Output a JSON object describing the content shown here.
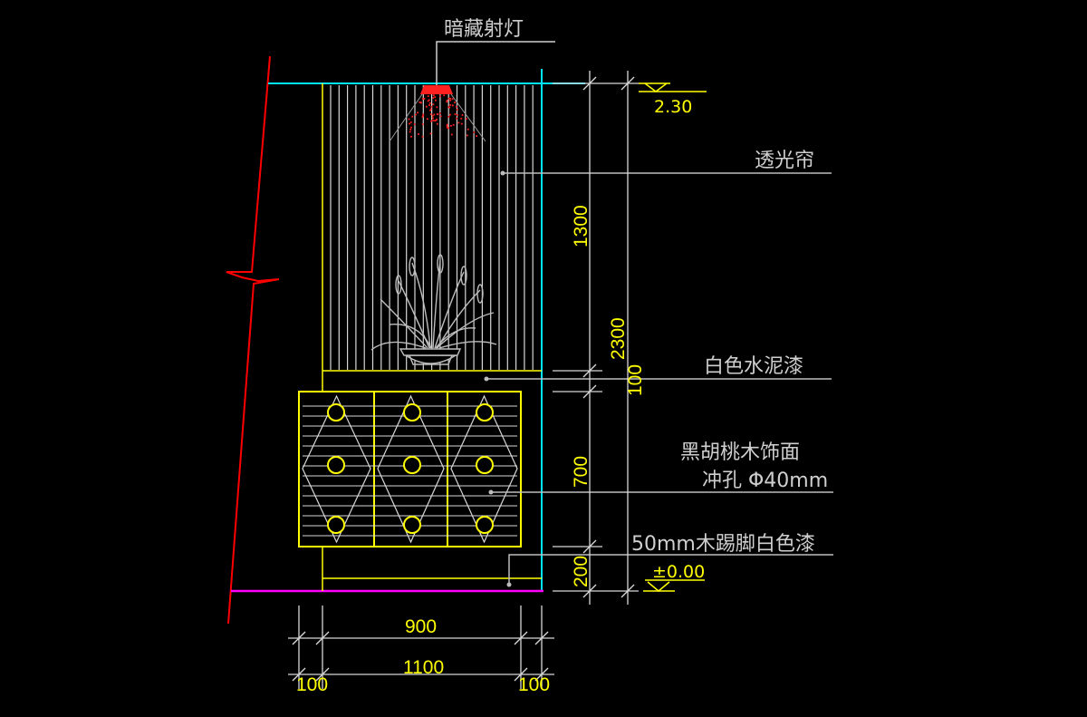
{
  "title": "",
  "labels": {
    "spotlight": "暗藏射灯",
    "curtain": "透光帘",
    "white_cement_paint": "白色水泥漆",
    "walnut_line1": "黑胡桃木饰面",
    "walnut_line2": "冲孔 Φ40mm",
    "skirting": "50mm木踢脚白色漆"
  },
  "levels": {
    "top": "2.30",
    "bottom": "±0.00"
  },
  "dimensions": {
    "v_1300": "1300",
    "v_2300": "2300",
    "v_100": "100",
    "v_700": "700",
    "v_200": "200",
    "h_900": "900",
    "h_1100": "1100",
    "h_100_left": "100",
    "h_100_right": "100"
  },
  "colors": {
    "background": "#000000",
    "cabinet": "#ffff00",
    "dimension": "#ffff00",
    "wall_edge": "#00e5ff",
    "break_line": "#ff0000",
    "floor_line": "#ff00ff",
    "curtain": "#d8d8d8",
    "callout": "#cfcfcf",
    "light": "#ff2020"
  },
  "icons": {
    "plant": "potted-plant-icon",
    "light": "recessed-spotlight-icon",
    "level": "elevation-mark-icon"
  }
}
